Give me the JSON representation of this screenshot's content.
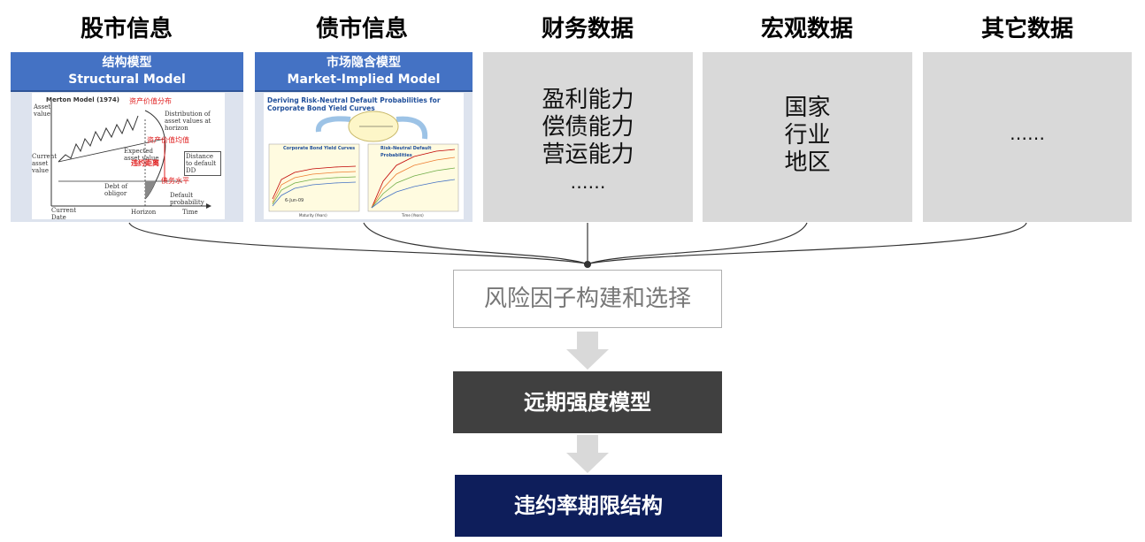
{
  "categories": [
    {
      "title": "股市信息"
    },
    {
      "title": "债市信息"
    },
    {
      "title": "财务数据"
    },
    {
      "title": "宏观数据"
    },
    {
      "title": "其它数据"
    }
  ],
  "structural": {
    "header_cn": "结构模型",
    "header_en": "Structural Model",
    "fig_title": "Merton Model (1974)",
    "asset_value": "Asset value",
    "current_asset_value": "Current asset value",
    "dist_label": "Distribution of asset values at horizon",
    "expected": "Expected asset value",
    "distance": "Distance to default DD",
    "debt": "Debt of obligor",
    "default_prob": "Default probability",
    "current_date": "Current Date",
    "horizon": "Horizon",
    "time": "Time",
    "ann_dist": "资产价值分布",
    "ann_mean": "资产价值均值",
    "ann_dd": "违约距离",
    "ann_debt": "债务水平"
  },
  "market": {
    "header_cn": "市场隐含模型",
    "header_en": "Market-Implied Model",
    "fig_title": "Deriving Risk-Neutral Default Probabilities for Corporate Bond Yield Curves",
    "left_chart": "Corporate Bond Yield Curves",
    "right_chart": "Risk-Neutral Default Probabilities",
    "left_date": "6-Jun-09",
    "left_xlabel": "Maturity (Years)",
    "right_xlabel": "Time (Years)"
  },
  "financial": {
    "items": [
      "盈利能力",
      "偿债能力",
      "营运能力",
      "……"
    ]
  },
  "macro": {
    "items": [
      "国家",
      "行业",
      "地区"
    ]
  },
  "other": {
    "items": [
      "……"
    ]
  },
  "flow": {
    "select": "风险因子构建和选择",
    "long_term": "远期强度模型",
    "term_structure": "违约率期限结构"
  },
  "colors": {
    "header_blue": "#4472c4",
    "panel_grey": "#d9d9d9",
    "long_term_box": "#404040",
    "term_structure_box": "#0e1e5b",
    "arrow_grey": "#d9d9d9"
  }
}
